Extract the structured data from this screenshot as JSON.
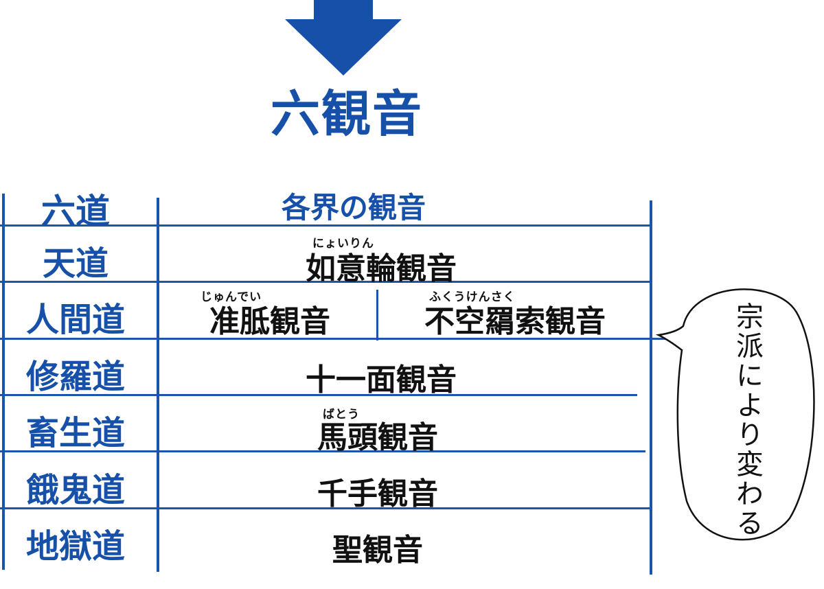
{
  "title": "六観音",
  "table": {
    "headers": {
      "realm": "六道",
      "kannon": "各界の観音"
    },
    "rows": [
      {
        "realm": "天道",
        "kannon": [
          {
            "name": "如意輪観音",
            "reading": "にょいりん"
          }
        ]
      },
      {
        "realm": "人間道",
        "kannon": [
          {
            "name": "准胝観音",
            "reading": "じゅんでい"
          },
          {
            "name": "不空羂索観音",
            "reading": "ふくうけんさく"
          }
        ]
      },
      {
        "realm": "修羅道",
        "kannon": [
          {
            "name": "十一面観音"
          }
        ]
      },
      {
        "realm": "畜生道",
        "kannon": [
          {
            "name": "馬頭観音",
            "reading": "ばとう"
          }
        ]
      },
      {
        "realm": "餓鬼道",
        "kannon": [
          {
            "name": "千手観音"
          }
        ]
      },
      {
        "realm": "地獄道",
        "kannon": [
          {
            "name": "聖観音"
          }
        ]
      }
    ]
  },
  "speech_bubble": "宗派により変わる",
  "colors": {
    "accent": "#1650a8",
    "text": "#111111",
    "background": "#ffffff"
  },
  "icons": {
    "arrow": "arrow-down-icon"
  }
}
